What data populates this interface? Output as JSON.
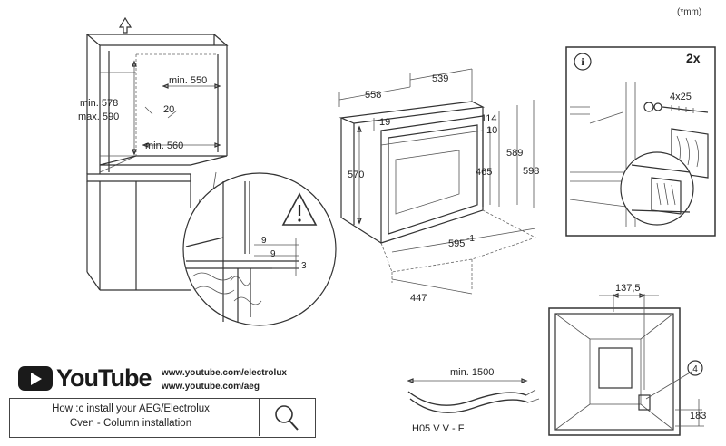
{
  "units": "(*mm)",
  "cabinet": {
    "height_min": "min. 578",
    "height_max": "max. 590",
    "width_top": "min. 550",
    "gap": "20",
    "width_bottom": "min. 560"
  },
  "detail": {
    "d9a": "9",
    "d9b": "9",
    "d3": "3"
  },
  "oven": {
    "depth_total": "558",
    "depth_body": "539",
    "top_gap": "19",
    "d114": "114",
    "d10": "10",
    "height_front": "570",
    "height_body": "465",
    "height_589": "589",
    "height_598": "598",
    "width": "595",
    "width_tol": "-1",
    "depth_bottom": "447"
  },
  "screw_panel": {
    "count": "2x",
    "screw": "4x25"
  },
  "back_view": {
    "offset_x": "137,5",
    "offset_y": "183"
  },
  "cable": {
    "length": "min. 1500",
    "type": "H05 V V - F"
  },
  "youtube": {
    "brand": "YouTube",
    "url1": "www.youtube.com/electrolux",
    "url2": "www.youtube.com/aeg",
    "title_line1": "How :c install your AEG/Electrolux",
    "title_line2": "Cven - Column installation"
  }
}
